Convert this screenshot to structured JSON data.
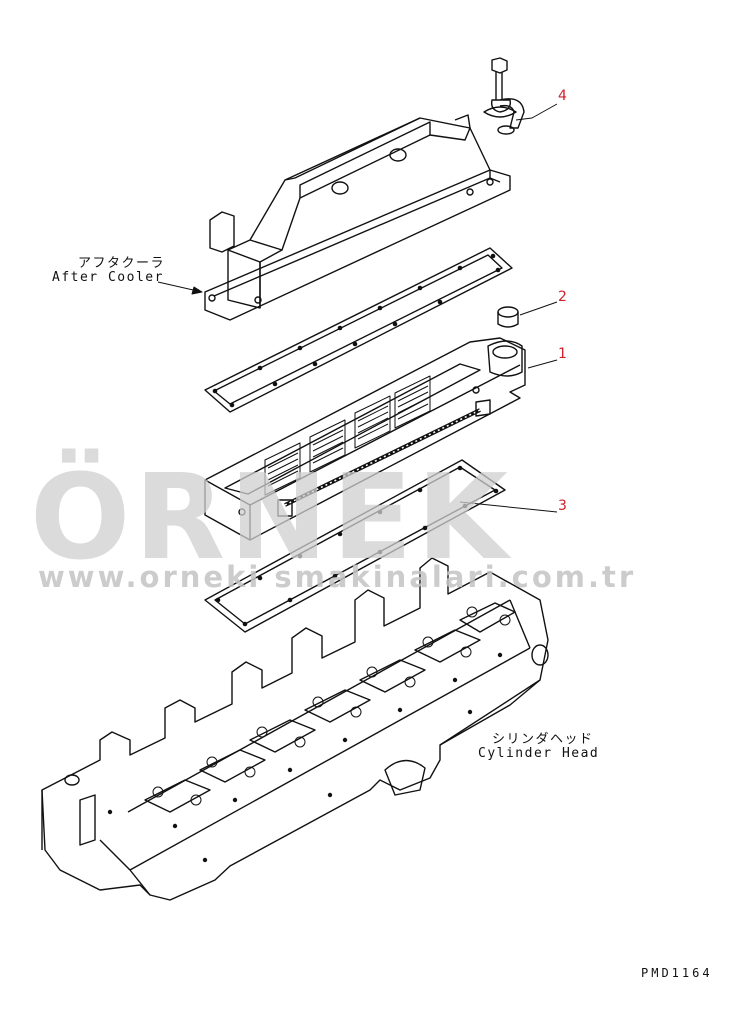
{
  "watermark": {
    "brand": "ÖRNEK",
    "url": "www.orneki smakinalari.com.tr",
    "accent_color": "#f0c040"
  },
  "labels": {
    "after_cooler_jp": "アフタクーラ",
    "after_cooler_en": "After Cooler",
    "cylinder_head_jp": "シリンダヘッド",
    "cylinder_head_en": "Cylinder Head"
  },
  "callouts": [
    "1",
    "2",
    "3",
    "4"
  ],
  "callout_color": "#d0202a",
  "drawing_code": "PMD1164"
}
